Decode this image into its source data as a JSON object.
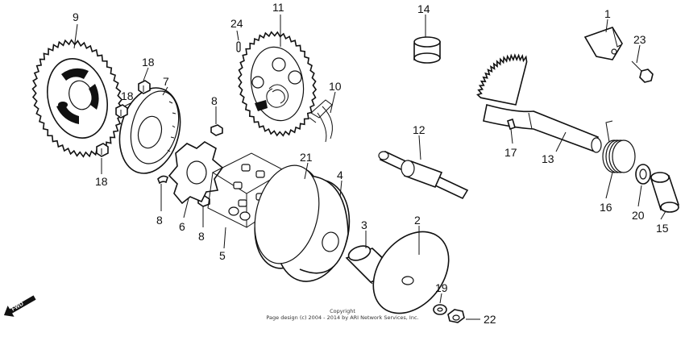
{
  "callouts": [
    "1",
    "2",
    "3",
    "4",
    "5",
    "6",
    "7",
    "8",
    "8",
    "8",
    "9",
    "10",
    "11",
    "12",
    "13",
    "14",
    "15",
    "16",
    "17",
    "18",
    "18",
    "18",
    "19",
    "20",
    "21",
    "22",
    "23",
    "24"
  ],
  "direction_label": "FWD",
  "copyright": {
    "line1": "Copyright",
    "line2": "Page design (c) 2004 - 2014 by ARI Network Services, Inc."
  },
  "icons": [
    "arrow-fwd-icon"
  ]
}
